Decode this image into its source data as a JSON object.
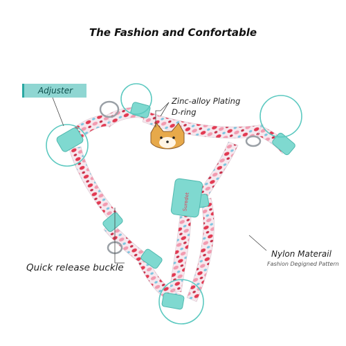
{
  "title": "The Fashion and Confortable",
  "labels": {
    "adjuster": "Adjuster",
    "d_ring_line1": "Zinc-alloy Plating",
    "d_ring_line2": "D-ring",
    "nylon": "Nylon Materail",
    "nylon_sub": "Fashion Degigned Pattern",
    "quick_release": "Quick release buckle"
  },
  "buckle_brand": "Suredet",
  "colors": {
    "accent_teal": "#7fd9d0",
    "pattern_red": "#e23a52",
    "pattern_pink": "#f29bb0",
    "pattern_blue": "#7ec6e0",
    "callout_circle": "#5cc9c0"
  }
}
